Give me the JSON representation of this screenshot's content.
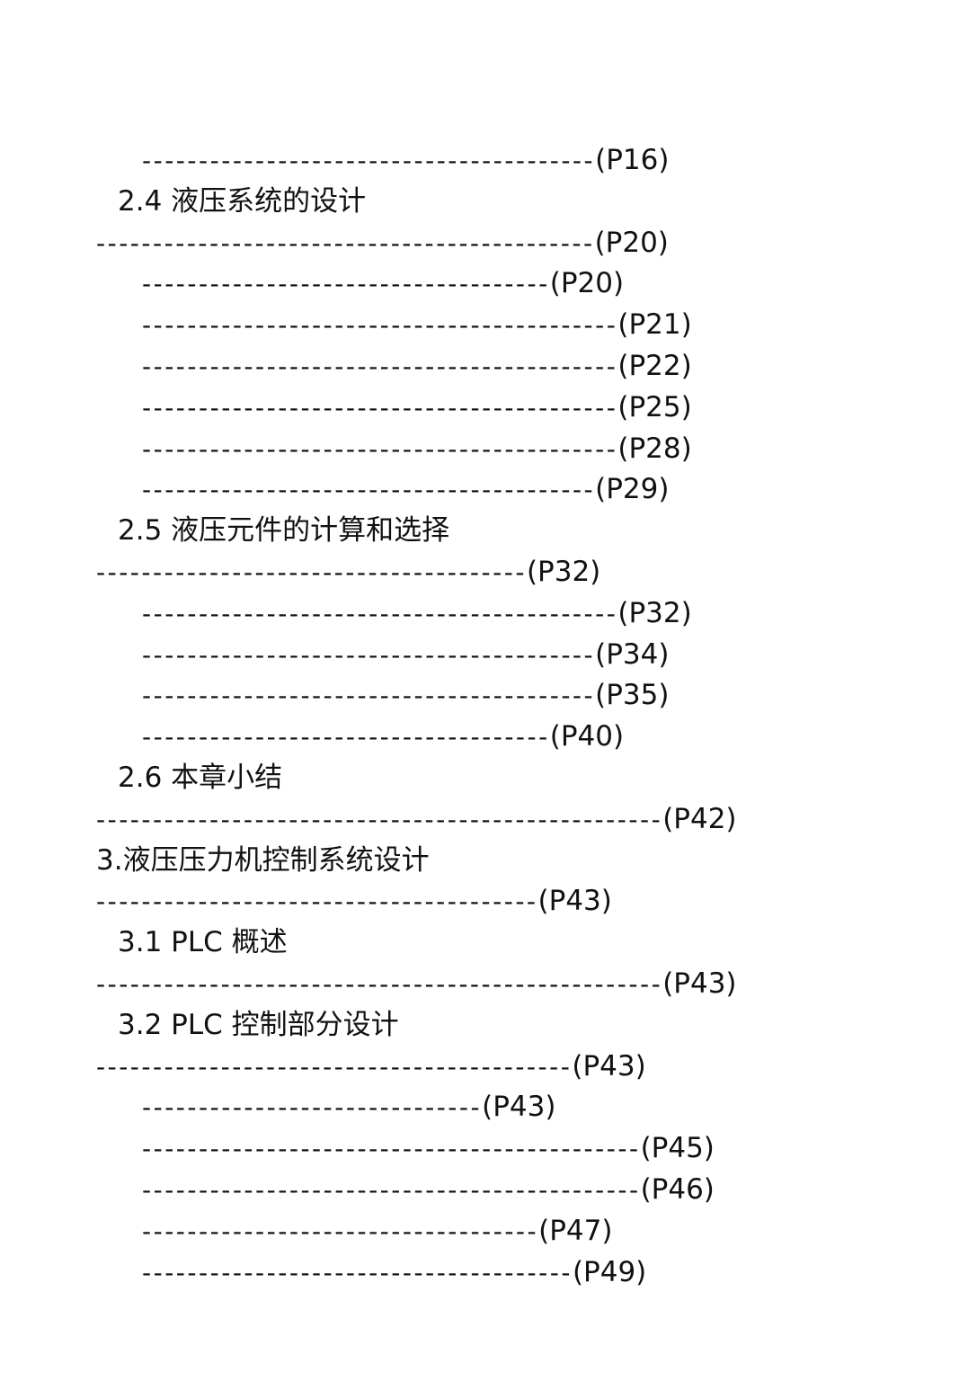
{
  "toc": [
    {
      "type": "leader",
      "indent": 2,
      "dashes": 40,
      "page": "(P16)"
    },
    {
      "type": "heading",
      "indent": 1,
      "text": "2.4 液压系统的设计"
    },
    {
      "type": "leader",
      "indent": 0,
      "dashes": 44,
      "page": "(P20)"
    },
    {
      "type": "leader",
      "indent": 2,
      "dashes": 36,
      "page": "(P20)"
    },
    {
      "type": "leader",
      "indent": 2,
      "dashes": 42,
      "page": "(P21)"
    },
    {
      "type": "leader",
      "indent": 2,
      "dashes": 42,
      "page": "(P22)"
    },
    {
      "type": "leader",
      "indent": 2,
      "dashes": 42,
      "page": "(P25)"
    },
    {
      "type": "leader",
      "indent": 2,
      "dashes": 42,
      "page": "(P28)"
    },
    {
      "type": "leader",
      "indent": 2,
      "dashes": 40,
      "page": "(P29)"
    },
    {
      "type": "heading",
      "indent": 1,
      "text": "2.5 液压元件的计算和选择"
    },
    {
      "type": "leader",
      "indent": 0,
      "dashes": 38,
      "page": "(P32)"
    },
    {
      "type": "leader",
      "indent": 2,
      "dashes": 42,
      "page": "(P32)"
    },
    {
      "type": "leader",
      "indent": 2,
      "dashes": 40,
      "page": "(P34)"
    },
    {
      "type": "leader",
      "indent": 2,
      "dashes": 40,
      "page": "(P35)"
    },
    {
      "type": "leader",
      "indent": 2,
      "dashes": 36,
      "page": "(P40)"
    },
    {
      "type": "heading",
      "indent": 1,
      "text": "2.6 本章小结"
    },
    {
      "type": "leader",
      "indent": 0,
      "dashes": 50,
      "page": "(P42)"
    },
    {
      "type": "heading",
      "indent": 0,
      "text": "3.液压压力机控制系统设计"
    },
    {
      "type": "leader",
      "indent": 0,
      "dashes": 39,
      "page": "(P43)"
    },
    {
      "type": "heading",
      "indent": 1,
      "text": "3.1 PLC 概述"
    },
    {
      "type": "leader",
      "indent": 0,
      "dashes": 50,
      "page": "(P43)"
    },
    {
      "type": "heading",
      "indent": 1,
      "text": "3.2 PLC 控制部分设计"
    },
    {
      "type": "leader",
      "indent": 0,
      "dashes": 42,
      "page": "(P43)"
    },
    {
      "type": "leader",
      "indent": 2,
      "dashes": 30,
      "page": "(P43)"
    },
    {
      "type": "leader",
      "indent": 2,
      "dashes": 44,
      "page": "(P45)"
    },
    {
      "type": "leader",
      "indent": 2,
      "dashes": 44,
      "page": "(P46)"
    },
    {
      "type": "leader",
      "indent": 2,
      "dashes": 35,
      "page": "(P47)"
    },
    {
      "type": "leader",
      "indent": 2,
      "dashes": 38,
      "page": "(P49)"
    }
  ]
}
